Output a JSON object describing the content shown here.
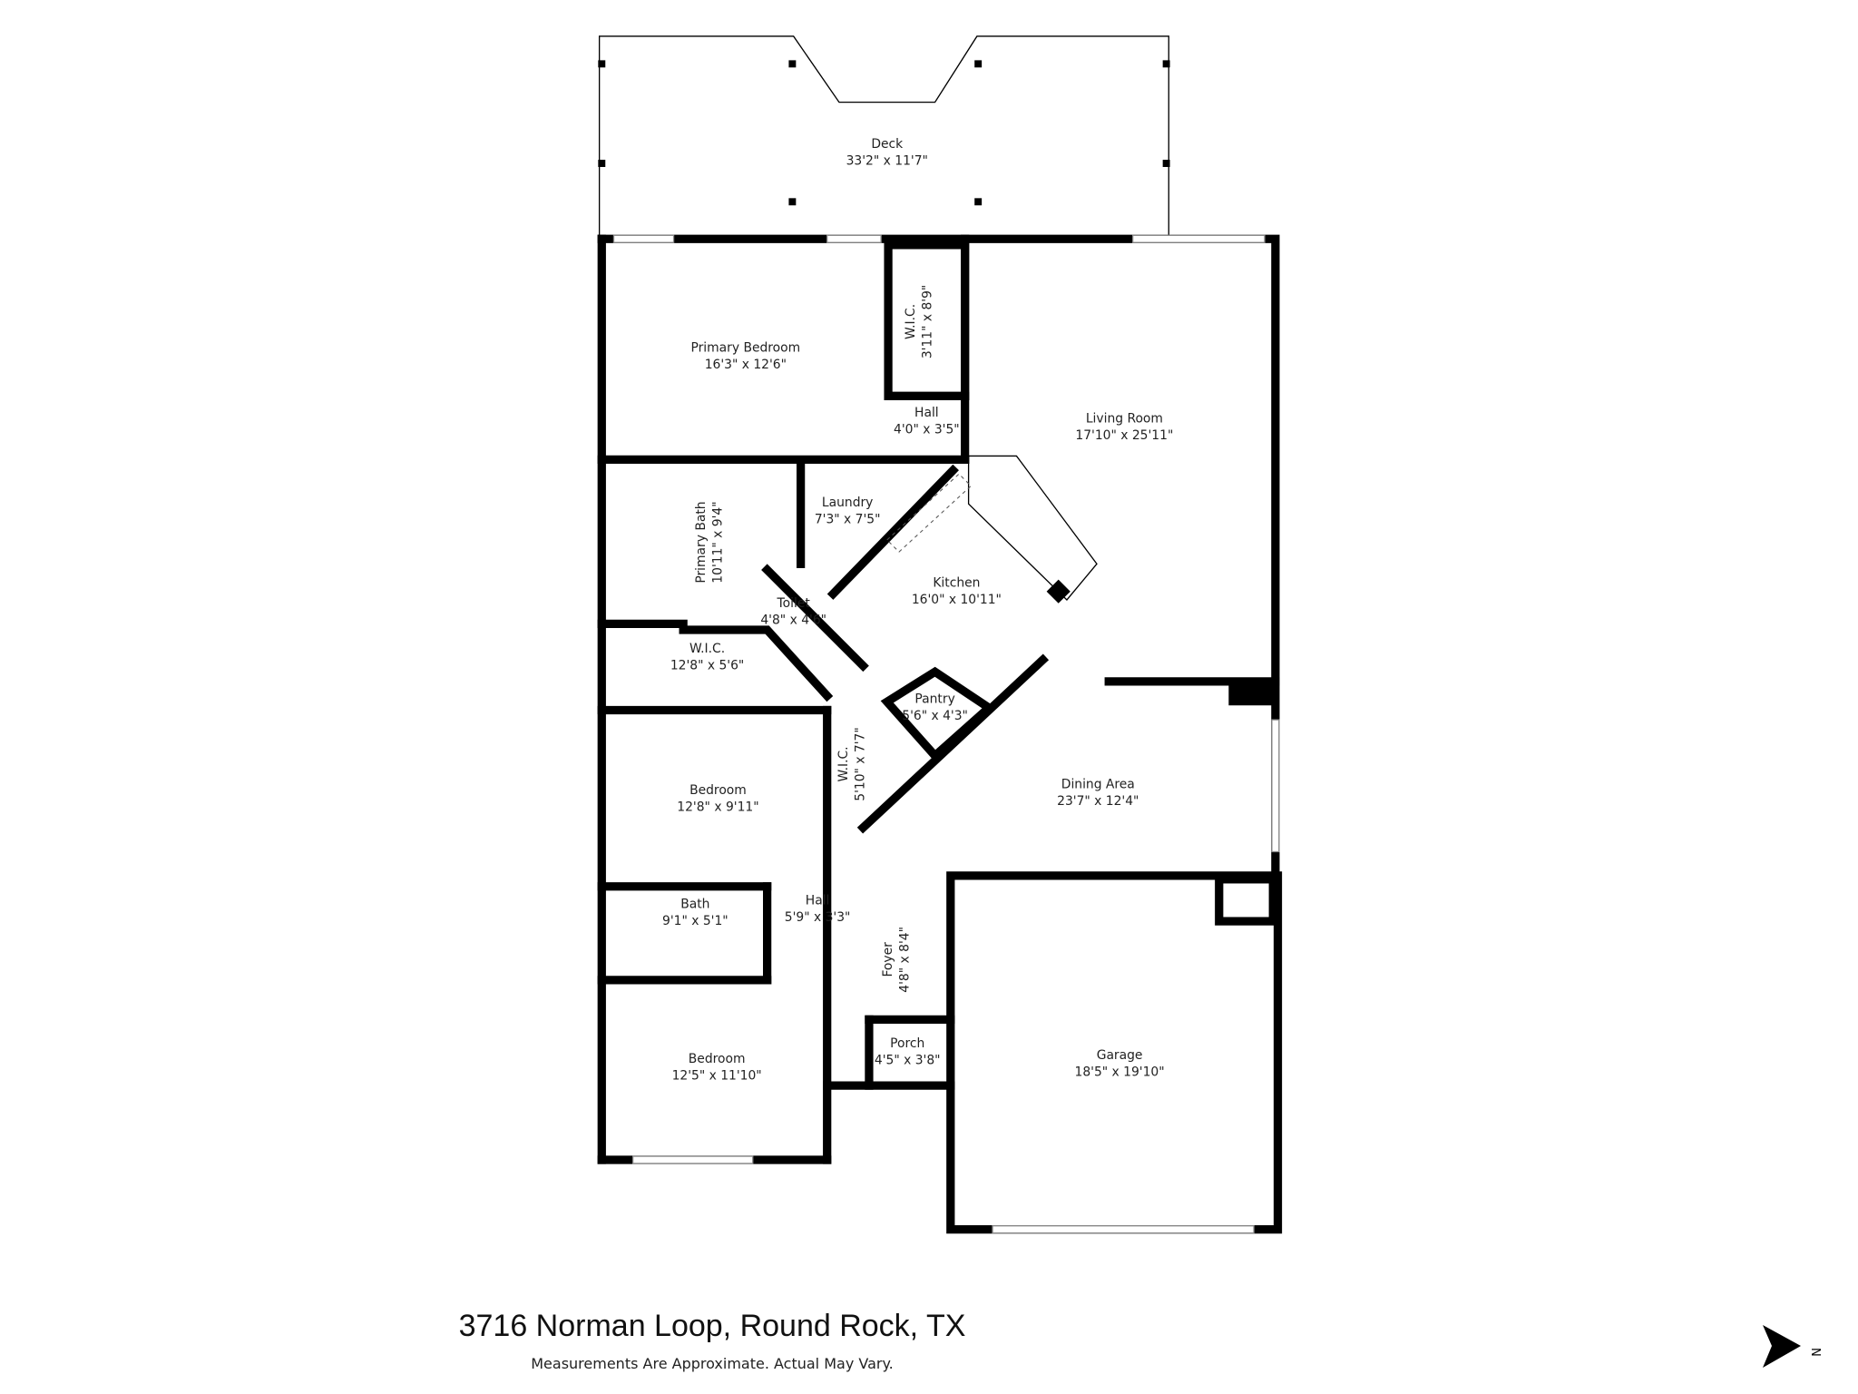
{
  "rooms": [
    {
      "name": "Deck",
      "dims": "33'2\" x 11'7\""
    },
    {
      "name": "Primary Bedroom",
      "dims": "16'3\" x 12'6\""
    },
    {
      "name": "W.I.C.",
      "dims": "3'11\" x 8'9\""
    },
    {
      "name": "Hall",
      "dims": "4'0\" x 3'5\""
    },
    {
      "name": "Living Room",
      "dims": "17'10\" x 25'11\""
    },
    {
      "name": "Laundry",
      "dims": "7'3\" x 7'5\""
    },
    {
      "name": "Primary Bath",
      "dims": "10'11\" x 9'4\""
    },
    {
      "name": "Kitchen",
      "dims": "16'0\" x 10'11\""
    },
    {
      "name": "Toilet",
      "dims": "4'8\" x 4'6\""
    },
    {
      "name": "W.I.C.",
      "dims": "12'8\" x 5'6\""
    },
    {
      "name": "Pantry",
      "dims": "5'6\" x 4'3\""
    },
    {
      "name": "W.I.C.",
      "dims": "5'10\" x 7'7\""
    },
    {
      "name": "Bedroom",
      "dims": "12'8\" x 9'11\""
    },
    {
      "name": "Dining Area",
      "dims": "23'7\" x 12'4\""
    },
    {
      "name": "Bath",
      "dims": "9'1\" x 5'1\""
    },
    {
      "name": "Hall",
      "dims": "5'9\" x 3'3\""
    },
    {
      "name": "Foyer",
      "dims": "4'8\" x 8'4\""
    },
    {
      "name": "Porch",
      "dims": "4'5\" x 3'8\""
    },
    {
      "name": "Garage",
      "dims": "18'5\" x 19'10\""
    },
    {
      "name": "Bedroom",
      "dims": "12'5\" x 11'10\""
    }
  ],
  "footer": {
    "address": "3716 Norman Loop, Round Rock, TX",
    "disclaimer": "Measurements Are Approximate. Actual May Vary."
  },
  "compass": {
    "label": "N",
    "icon": "north-arrow-icon"
  }
}
